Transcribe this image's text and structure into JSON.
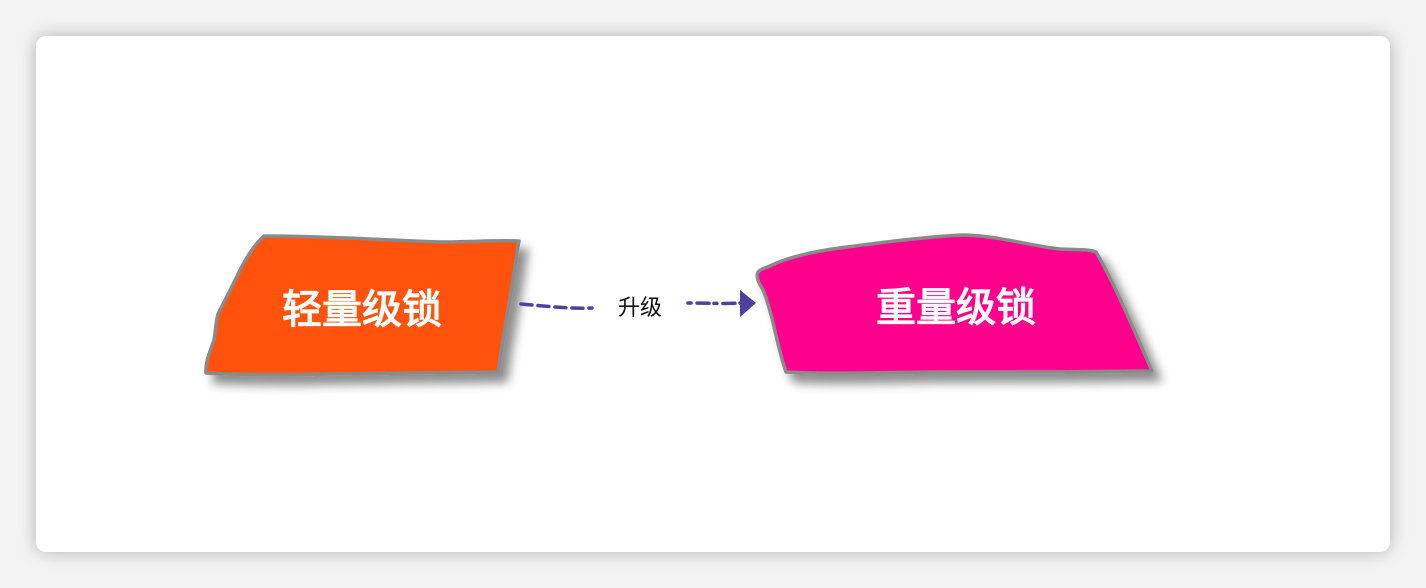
{
  "nodes": [
    {
      "id": "light",
      "label": "轻量级锁",
      "fill": "#ff5208"
    },
    {
      "id": "heavy",
      "label": "重量级锁",
      "fill": "#ff008c"
    }
  ],
  "edges": [
    {
      "from": "light",
      "to": "heavy",
      "label": "升级",
      "color": "#4f3f9f",
      "style": "dashed"
    }
  ]
}
